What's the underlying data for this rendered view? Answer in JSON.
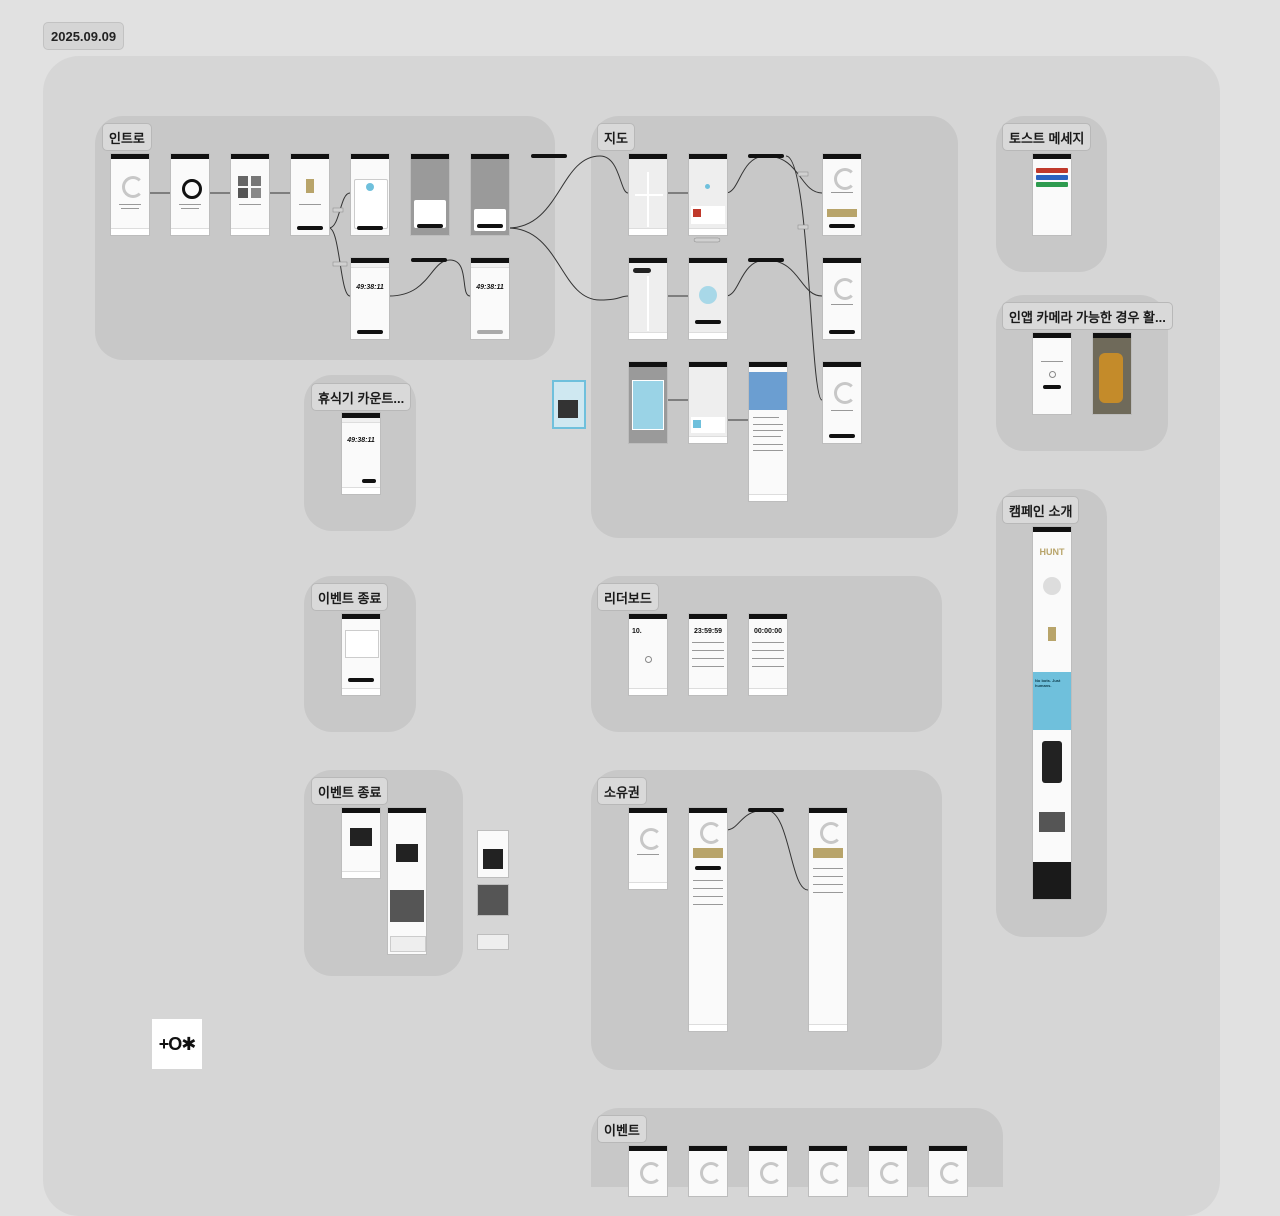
{
  "canvas": {
    "date_label": "2025.09.09"
  },
  "sections": {
    "intro": "인트로",
    "map": "지도",
    "toast": "토스트 메세지",
    "camera": "인앱 카메라 가능한 경우 활...",
    "cooldown": "휴식기 카운트...",
    "event_end_1": "이벤트 종료",
    "event_end_2": "이벤트 종료",
    "leaderboard": "리더보드",
    "ownership": "소유권",
    "campaign": "캠페인 소개",
    "event": "이벤트"
  },
  "timers": {
    "t1": "49:38:11",
    "t2": "49:38:11",
    "t3": "49:38:11",
    "t4": "23:59:59",
    "t5": "00:00:00",
    "t6": "10."
  },
  "campaign_texts": {
    "hunt": "HUNT",
    "no_bots": "No bots. Just humans."
  },
  "brand": {
    "logo": "+O✱"
  },
  "colors": {
    "canvas": "#e1e1e1",
    "board": "#d6d6d6",
    "section": "#c8c8c8",
    "accent_blue": "#6fc0dc",
    "gold": "#b8a46a",
    "toast_red": "#c0392b",
    "toast_blue": "#2b63c0",
    "toast_green": "#2e9b4f"
  }
}
